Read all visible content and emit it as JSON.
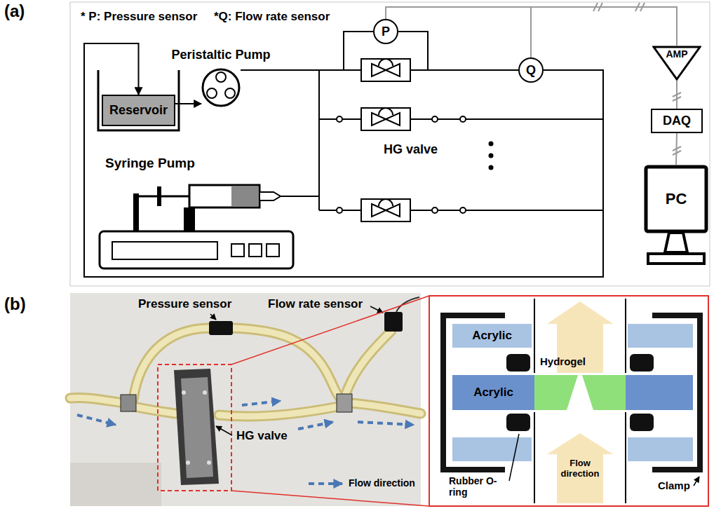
{
  "diagram": {
    "nodes": [
      {
        "text": [
          "P"
        ]
      },
      {
        "text": [
          "Peristaltic Pump"
        ]
      },
      {
        "text": [
          "AMP"
        ]
      },
      {
        "text": [
          "Q"
        ]
      },
      {
        "text": [
          "Reservoir"
        ]
      },
      {
        "text": [
          "DAQ"
        ]
      },
      {
        "text": [
          "Syringe Pump"
        ]
      },
      {
        "text": [
          "PC"
        ]
      },
      {
        "text": [
          "Acrylic"
        ]
      },
      {
        "text": [
          "Acrylic"
        ]
      },
      {
        "text": [
          "Flow direction"
        ]
      }
    ],
    "edges": [
      {
        "from": 4,
        "to": 1,
        "arrow": "to"
      },
      {
        "from": 3,
        "to": 4,
        "arrow": "to"
      },
      {
        "from": 0,
        "to": 2,
        "arrow": "none"
      },
      {
        "from": 3,
        "to": 2,
        "arrow": "none"
      },
      {
        "from": 2,
        "to": 5,
        "arrow": "none"
      },
      {
        "from": 5,
        "to": 7,
        "arrow": "none"
      }
    ],
    "labels": [
      "(a)",
      "* P: Pressure sensor",
      "*Q: Flow rate sensor",
      "HG valve",
      "(b)",
      "Pressure sensor",
      "Flow rate sensor",
      "HG valve",
      "Hydrogel",
      "Rubber O-ring",
      "Clamp"
    ],
    "legend": [
      {
        "text": "Flow direction"
      }
    ]
  }
}
